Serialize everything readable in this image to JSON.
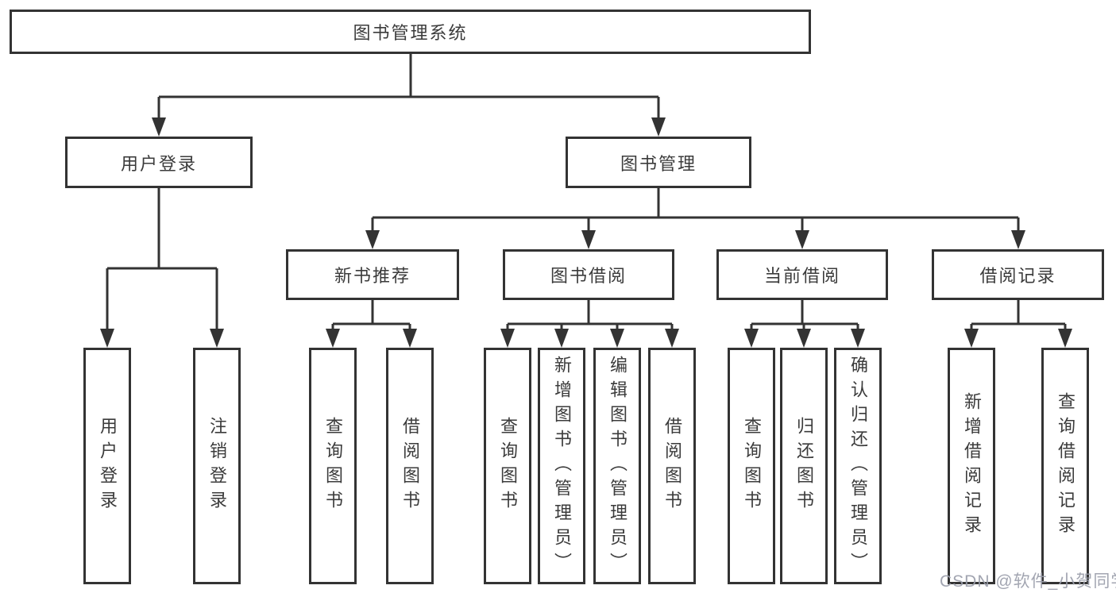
{
  "tree": {
    "root": "图书管理系统",
    "children": [
      {
        "label": "用户登录",
        "children": [
          "用户登录",
          "注销登录"
        ]
      },
      {
        "label": "图书管理",
        "children": [
          {
            "label": "新书推荐",
            "children": [
              "查询图书",
              "借阅图书"
            ]
          },
          {
            "label": "图书借阅",
            "children": [
              "查询图书",
              "新增图书（管理员）",
              "编辑图书（管理员）",
              "借阅图书"
            ]
          },
          {
            "label": "当前借阅",
            "children": [
              "查询图书",
              "归还图书",
              "确认归还（管理员）"
            ]
          },
          {
            "label": "借阅记录",
            "children": [
              "新增借阅记录",
              "查询借阅记录"
            ]
          }
        ]
      }
    ]
  },
  "watermark": {
    "text": "CSDN @软件_小贺同学"
  },
  "colors": {
    "line": "#333333",
    "box_border": "#333333",
    "box_fill": "#ffffff",
    "text": "#3b3b3b",
    "watermark": "#9a9daa"
  }
}
